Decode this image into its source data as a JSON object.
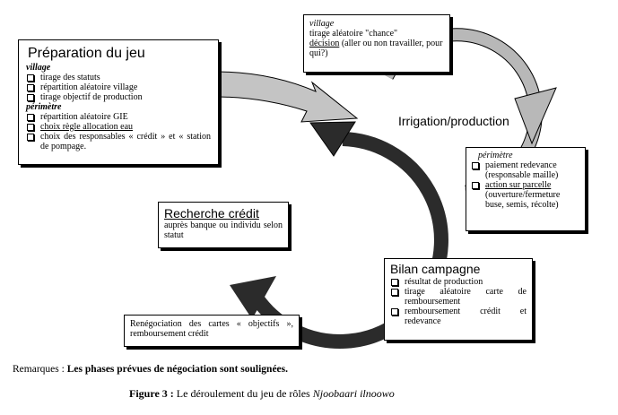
{
  "preparation": {
    "title": "Préparation du jeu",
    "village_label": "village",
    "village_items": [
      "tirage des statuts",
      "répartition aléatoire village",
      "tirage objectif de production"
    ],
    "perimetre_label": "périmètre",
    "perimetre_items": [
      "répartition aléatoire GIE",
      "choix règle allocation eau",
      "choix des responsables « crédit » et « station de pompage."
    ]
  },
  "village_box": {
    "label": "village",
    "line1": "tirage aléatoire \"chance\"",
    "decision_word": "décision",
    "decision_rest": " (aller ou non travailler, pour qui?)"
  },
  "irrigation_label": "Irrigation/production",
  "perimetre_box": {
    "label": "périmètre",
    "items": [
      {
        "main": "paiement redevance",
        "detail": "(responsable maille)",
        "underline": false
      },
      {
        "main": "action sur parcelle",
        "detail": "(ouverture/fermeture buse, semis, récolte)",
        "underline": true
      }
    ]
  },
  "recherche": {
    "title": "Recherche crédit",
    "text": "auprès banque ou individu selon statut"
  },
  "bilan": {
    "title": "Bilan campagne",
    "items": [
      "résultat de production",
      "tirage aléatoire carte de remboursement",
      "remboursement crédit et redevance"
    ]
  },
  "renegociation": {
    "text": "Renégociation des cartes « objectifs », remboursement crédit"
  },
  "remarques": {
    "prefix": "Remarques : ",
    "bold": "Les phases prévues de négociation sont soulignées."
  },
  "figure": {
    "prefix": "Figure 3 : ",
    "text": "Le déroulement du jeu de rôles ",
    "italic": "Njoobaari ilnoowo"
  },
  "colors": {
    "dark_ring": "#2b2b2b",
    "light_ring": "#b8b8b8",
    "text": "#000000"
  }
}
